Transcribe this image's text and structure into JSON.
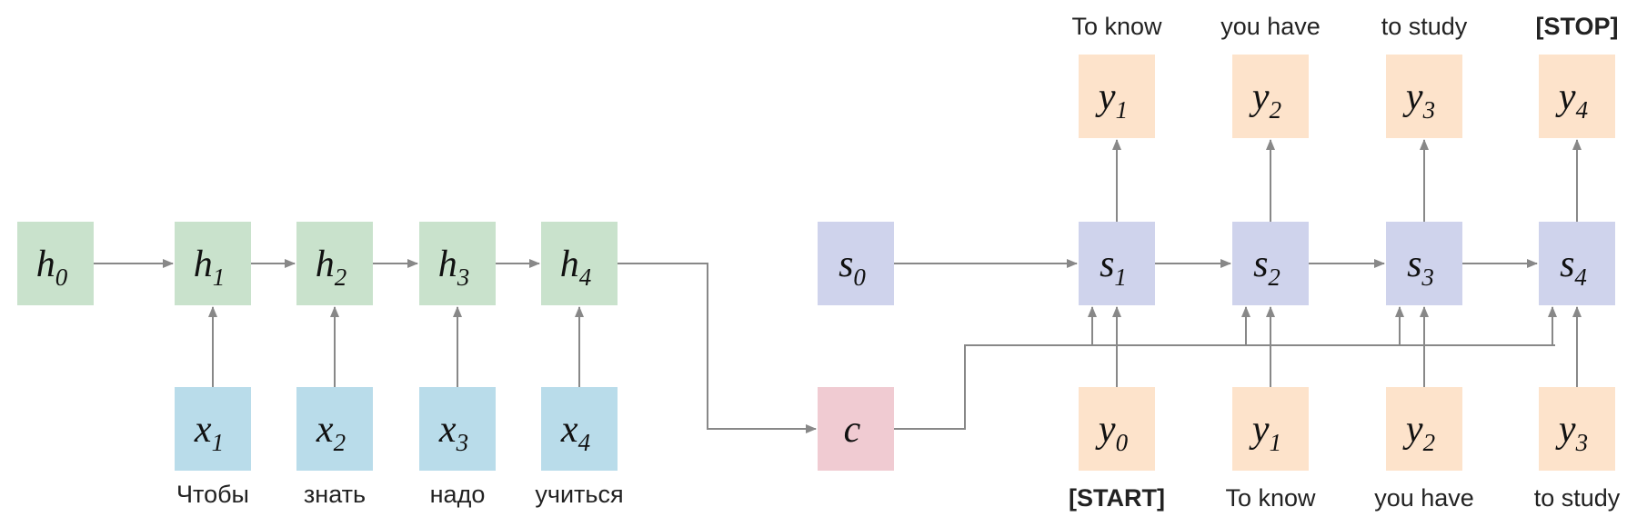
{
  "colors": {
    "encoder": "#c9e2cc",
    "input": "#b9dcea",
    "decoder": "#cfd3ec",
    "context": "#f0cbd2",
    "output": "#fde3cb",
    "arrow": "#888888"
  },
  "encoder_states": [
    {
      "sym": "h",
      "sub": "0"
    },
    {
      "sym": "h",
      "sub": "1"
    },
    {
      "sym": "h",
      "sub": "2"
    },
    {
      "sym": "h",
      "sub": "3"
    },
    {
      "sym": "h",
      "sub": "4"
    }
  ],
  "inputs": [
    {
      "sym": "x",
      "sub": "1",
      "word": "Чтобы"
    },
    {
      "sym": "x",
      "sub": "2",
      "word": "знать"
    },
    {
      "sym": "x",
      "sub": "3",
      "word": "надо"
    },
    {
      "sym": "x",
      "sub": "4",
      "word": "учиться"
    }
  ],
  "context": {
    "sym": "c"
  },
  "decoder_states": [
    {
      "sym": "s",
      "sub": "0"
    },
    {
      "sym": "s",
      "sub": "1"
    },
    {
      "sym": "s",
      "sub": "2"
    },
    {
      "sym": "s",
      "sub": "3"
    },
    {
      "sym": "s",
      "sub": "4"
    }
  ],
  "outputs": [
    {
      "sym": "y",
      "sub": "1",
      "word": "To know",
      "bold": false
    },
    {
      "sym": "y",
      "sub": "2",
      "word": "you have",
      "bold": false
    },
    {
      "sym": "y",
      "sub": "3",
      "word": "to study",
      "bold": false
    },
    {
      "sym": "y",
      "sub": "4",
      "word": "[STOP]",
      "bold": true
    }
  ],
  "decoder_inputs": [
    {
      "sym": "y",
      "sub": "0",
      "word": "[START]",
      "bold": true
    },
    {
      "sym": "y",
      "sub": "1",
      "word": "To know",
      "bold": false
    },
    {
      "sym": "y",
      "sub": "2",
      "word": "you have",
      "bold": false
    },
    {
      "sym": "y",
      "sub": "3",
      "word": "to study",
      "bold": false
    }
  ]
}
